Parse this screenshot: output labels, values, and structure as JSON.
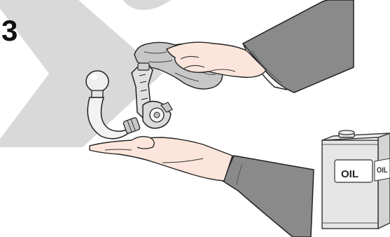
{
  "step": {
    "number": "3"
  },
  "oil_can": {
    "front_label": "OIL",
    "side_label": "OIL"
  },
  "colors": {
    "sleeve": "#8a8a8a",
    "skin": "#fce6db",
    "watermark": "#d9d9d9",
    "rag": "#c7c7c7",
    "can": "#e6e6e6",
    "label": "#ffffff"
  },
  "icons": {
    "step_marker": "chevron-watermark-icon",
    "device": "tow-bar-icon",
    "container": "oil-can-icon",
    "cloth": "rag-icon"
  }
}
